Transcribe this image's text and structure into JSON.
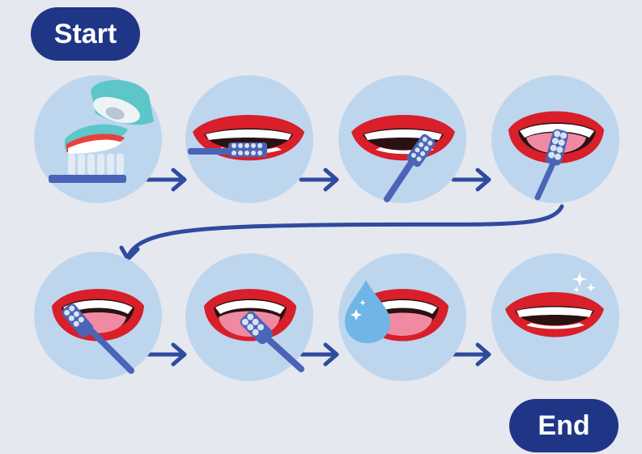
{
  "labels": {
    "start": "Start",
    "end": "End"
  },
  "steps": [
    {
      "id": "apply-toothpaste",
      "icon": "toothpaste-on-brush-icon"
    },
    {
      "id": "brush-outer-front",
      "icon": "brush-horizontal-icon"
    },
    {
      "id": "brush-outer-side",
      "icon": "brush-angled-icon"
    },
    {
      "id": "brush-inner-upper",
      "icon": "brush-inner-vertical-icon"
    },
    {
      "id": "brush-inner-lower",
      "icon": "brush-inner-diagonal-icon"
    },
    {
      "id": "brush-tongue",
      "icon": "brush-tongue-icon"
    },
    {
      "id": "rinse",
      "icon": "water-drop-icon"
    },
    {
      "id": "clean-smile",
      "icon": "sparkle-smile-icon"
    }
  ],
  "colors": {
    "background": "#e6e8ef",
    "circle": "#bdd6ee",
    "navy": "#1f3687",
    "arrow": "#2e4b9f",
    "lips": "#d81f2a",
    "tongue": "#f08aa3",
    "teeth": "#ffffff",
    "brush": "#4b64b8",
    "bristles": "#d7e2f0",
    "paste_red": "#e8413f",
    "paste_teal": "#5cc6c8",
    "water": "#6fb6e6"
  }
}
